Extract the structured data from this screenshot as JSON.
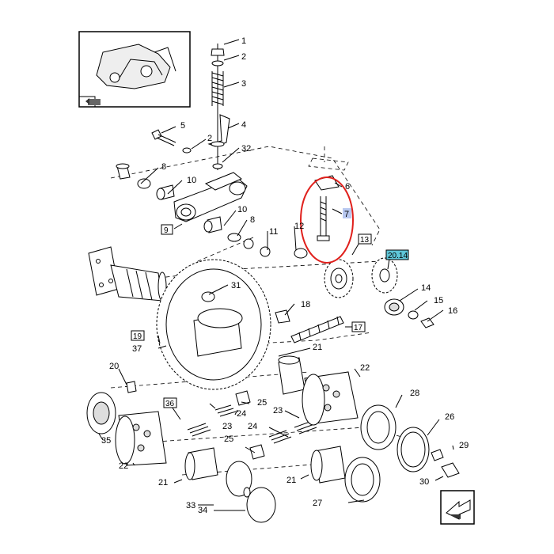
{
  "callouts": [
    {
      "id": "1",
      "text": "1"
    },
    {
      "id": "2a",
      "text": "2"
    },
    {
      "id": "3",
      "text": "3"
    },
    {
      "id": "4",
      "text": "4"
    },
    {
      "id": "5",
      "text": "5"
    },
    {
      "id": "2b",
      "text": "2"
    },
    {
      "id": "32",
      "text": "32"
    },
    {
      "id": "8a",
      "text": "8"
    },
    {
      "id": "10a",
      "text": "10"
    },
    {
      "id": "6",
      "text": "6"
    },
    {
      "id": "7",
      "text": "7"
    },
    {
      "id": "10b",
      "text": "10"
    },
    {
      "id": "8b",
      "text": "8"
    },
    {
      "id": "12",
      "text": "12"
    },
    {
      "id": "11",
      "text": "11"
    },
    {
      "id": "9",
      "text": "9"
    },
    {
      "id": "13",
      "text": "13"
    },
    {
      "id": "2014",
      "text": "20.14"
    },
    {
      "id": "31",
      "text": "31"
    },
    {
      "id": "14",
      "text": "14"
    },
    {
      "id": "15",
      "text": "15"
    },
    {
      "id": "16",
      "text": "16"
    },
    {
      "id": "18",
      "text": "18"
    },
    {
      "id": "17",
      "text": "17"
    },
    {
      "id": "19",
      "text": "19"
    },
    {
      "id": "37",
      "text": "37"
    },
    {
      "id": "21a",
      "text": "21"
    },
    {
      "id": "22a",
      "text": "22"
    },
    {
      "id": "20",
      "text": "20"
    },
    {
      "id": "36",
      "text": "36"
    },
    {
      "id": "25a",
      "text": "25"
    },
    {
      "id": "24a",
      "text": "24"
    },
    {
      "id": "28",
      "text": "28"
    },
    {
      "id": "23a",
      "text": "23"
    },
    {
      "id": "23b",
      "text": "23"
    },
    {
      "id": "24b",
      "text": "24"
    },
    {
      "id": "26",
      "text": "26"
    },
    {
      "id": "35",
      "text": "35"
    },
    {
      "id": "25b",
      "text": "25"
    },
    {
      "id": "29",
      "text": "29"
    },
    {
      "id": "22b",
      "text": "22"
    },
    {
      "id": "21b",
      "text": "21"
    },
    {
      "id": "21c",
      "text": "21"
    },
    {
      "id": "30",
      "text": "30"
    },
    {
      "id": "33",
      "text": "33"
    },
    {
      "id": "27",
      "text": "27"
    },
    {
      "id": "34",
      "text": "34"
    }
  ],
  "colors": {
    "highlight": "#e0201c",
    "link_box": "#5fc6d8",
    "selected_box": "#b8c8f0"
  }
}
